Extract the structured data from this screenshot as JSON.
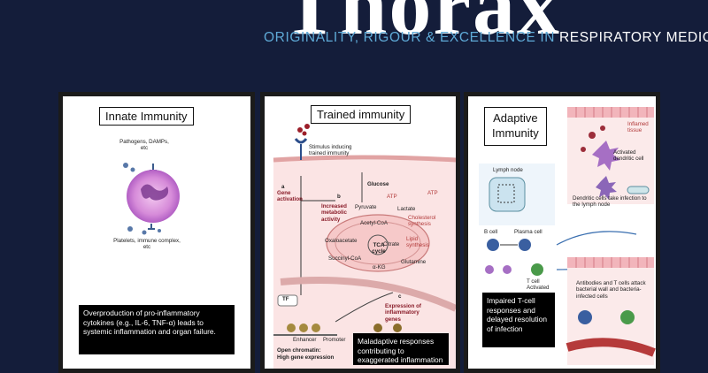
{
  "header": {
    "masthead": "Thorax",
    "tagline_part1": "ORIGINALITY, RIGOUR & EXCELLENCE IN ",
    "tagline_part2": "RESPIRATORY MEDICINE"
  },
  "panels": {
    "innate": {
      "title": "Innate Immunity",
      "label_pathogens": "Pathogens, DAMPs, etc",
      "label_platelets": "Platelets, immune complex, etc",
      "caption": "Overproduction of pro-inflammatory cytokines (e.g., IL-6, TNF-α) leads to systemic inflammation and organ failure."
    },
    "trained": {
      "title": "Trained immunity",
      "label_stimulus": "Stimulus inducing trained immunity",
      "label_a": "a",
      "label_gene_activation": "Gene activation",
      "label_b": "b",
      "label_increased": "Increased metabolic activity",
      "label_glucose": "Glucose",
      "label_atp1": "ATP",
      "label_atp2": "ATP",
      "label_pyruvate": "Pyruvate",
      "label_lactate": "Lactate",
      "label_acetyl": "Acetyl-CoA",
      "label_cholesterol": "Cholesterol synthesis",
      "label_oxaloacetate": "Oxaloacetate",
      "label_citrate": "Citrate",
      "label_lipid": "Lipid synthesis",
      "label_tca": "TCA cycle",
      "label_succinyl": "Succinyl-CoA",
      "label_akg": "α-KG",
      "label_glutamine": "Glutamine",
      "label_tf": "TF",
      "label_c": "c",
      "label_expression": "Expression of inflammatory genes",
      "label_enhancer": "Enhancer",
      "label_promoter": "Promoter",
      "label_chromatin": "Open chromatin:",
      "label_high": "High gene expression",
      "caption": "Maladaptive responses contributing to exaggerated inflammation"
    },
    "adaptive": {
      "title_line1": "Adaptive",
      "title_line2": "Immunity",
      "label_inflamed": "Inflamed tissue",
      "label_activated_dc": "Activated dendritic cell",
      "label_lymph": "Lymph node",
      "label_dc_take": "Dendritic cells take infection to the lymph node",
      "label_bcell": "B cell",
      "label_plasma": "Plasma cell",
      "label_tcell": "T cell Activated",
      "label_antibodies": "Antibodies and T cells attack bacterial wall and bacteria-infected cells",
      "caption": "Impaired T-cell responses and delayed resolution of infection"
    }
  }
}
